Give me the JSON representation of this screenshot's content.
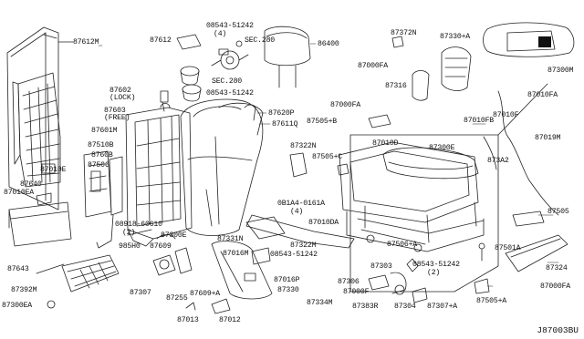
{
  "diagram_code": "J87003BU",
  "labels": {
    "l87612M": "87612M",
    "l87612": "87612",
    "l08543a": "08543-51242",
    "l08543a_qty": "(4)",
    "sec280a": "SEC.280",
    "sec280b": "SEC.280",
    "l86400": "86400",
    "l87602": "87602",
    "l87602_n": "(LOCK)",
    "l87603": "87603",
    "l87603_n": "(FREE)",
    "l08543b": "08543-51242",
    "l87620P": "87620P",
    "l87611Q": "87611Q",
    "l87601M": "87601M",
    "l87510B": "87510B",
    "l8760B": "8760B",
    "l87506": "87506",
    "l87010E": "87010E",
    "l87640": "87640",
    "l87010EA": "87010EA",
    "l08918": "08918-60610",
    "l08918_qty": "(2)",
    "l985H0": "985H0",
    "l87300E": "87300E",
    "l87609": "87609",
    "l87643": "87643",
    "l87392M": "87392M",
    "l87300EA": "87300EA",
    "l87307": "87307",
    "l87609A": "87609+A",
    "l87255": "87255",
    "l87331N": "87331N",
    "l87016M": "87016M",
    "l08543c": "08543-51242",
    "l87016P": "87016P",
    "l87330": "87330",
    "l87013": "87013",
    "l87012": "87012",
    "l87322N": "87322N",
    "l0B1A4": "0B1A4-0161A",
    "l0B1A4_qty": "(4)",
    "l87010DA": "87010DA",
    "l87322M": "87322M",
    "l87372N": "87372N",
    "l87330A": "87330+A",
    "l87000FA_top": "87000FA",
    "l87316": "87316",
    "l87000FA_mid": "87000FA",
    "l87505B": "87505+B",
    "l87505C": "87505+C",
    "l87010D": "87010D",
    "l87300E_r": "87300E",
    "l873A2": "873A2",
    "l87300M": "87300M",
    "l87010FA": "87010FA",
    "l87010FB": "87010FB",
    "l87010F": "87010F",
    "l87019M": "87019M",
    "l87505": "87505",
    "l87506A": "87506+A",
    "l87501A": "87501A",
    "l87324": "87324",
    "l87000FA_br": "87000FA",
    "l87505A": "87505+A",
    "l87303": "87303",
    "l08543d": "08543-51242",
    "l08543d_qty": "(2)",
    "l87306": "87306",
    "l87000F": "87000F",
    "l87334M": "87334M",
    "l87383R": "87383R",
    "l87304": "87304",
    "l87307A": "87307+A"
  }
}
